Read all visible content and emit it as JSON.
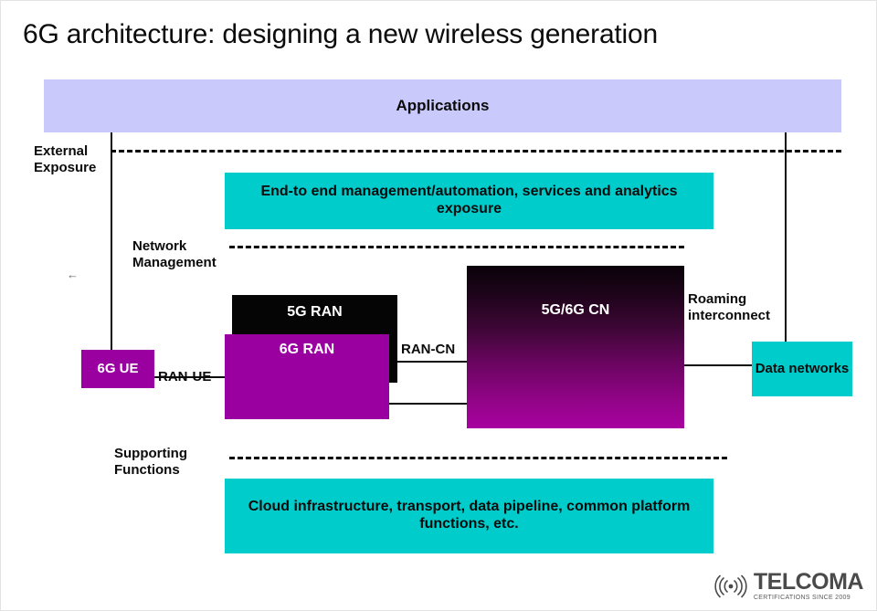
{
  "slide": {
    "title": "6G architecture: designing a new wireless generation",
    "background": "#ffffff"
  },
  "layers": {
    "applications": "Applications",
    "external_exposure": "External\nExposure",
    "network_management": "Network\nManagement",
    "supporting_functions": "Supporting\nFunctions"
  },
  "boxes": {
    "applications": {
      "label": "Applications",
      "color": "#c9c9fb"
    },
    "e2e_management": {
      "label": "End-to end management/automation,\nservices and analytics exposure",
      "color": "#00cccc"
    },
    "ran_5g": {
      "label": "5G RAN",
      "color": "#050505"
    },
    "ran_6g": {
      "label": "6G RAN",
      "color": "#9a00a0"
    },
    "core_network": {
      "label": "5G/6G CN",
      "color_top": "#0a0209",
      "color_bottom": "#a802a0"
    },
    "ue_6g": {
      "label": "6G UE",
      "color": "#9a00a0"
    },
    "data_networks": {
      "label": "Data\nnetworks",
      "color": "#00cccc"
    },
    "supporting": {
      "label": "Cloud infrastructure, transport, data pipeline,\ncommon platform functions, etc.",
      "color": "#00cccc"
    }
  },
  "interfaces": {
    "ran_ue": "RAN-UE",
    "ran_cn": "RAN-CN",
    "roaming_interconnect": "Roaming\ninterconnect"
  },
  "logo": {
    "brand": "TELCOMA",
    "tagline": "CERTIFICATIONS SINCE 2009",
    "icon": "wifi-waves-icon"
  }
}
